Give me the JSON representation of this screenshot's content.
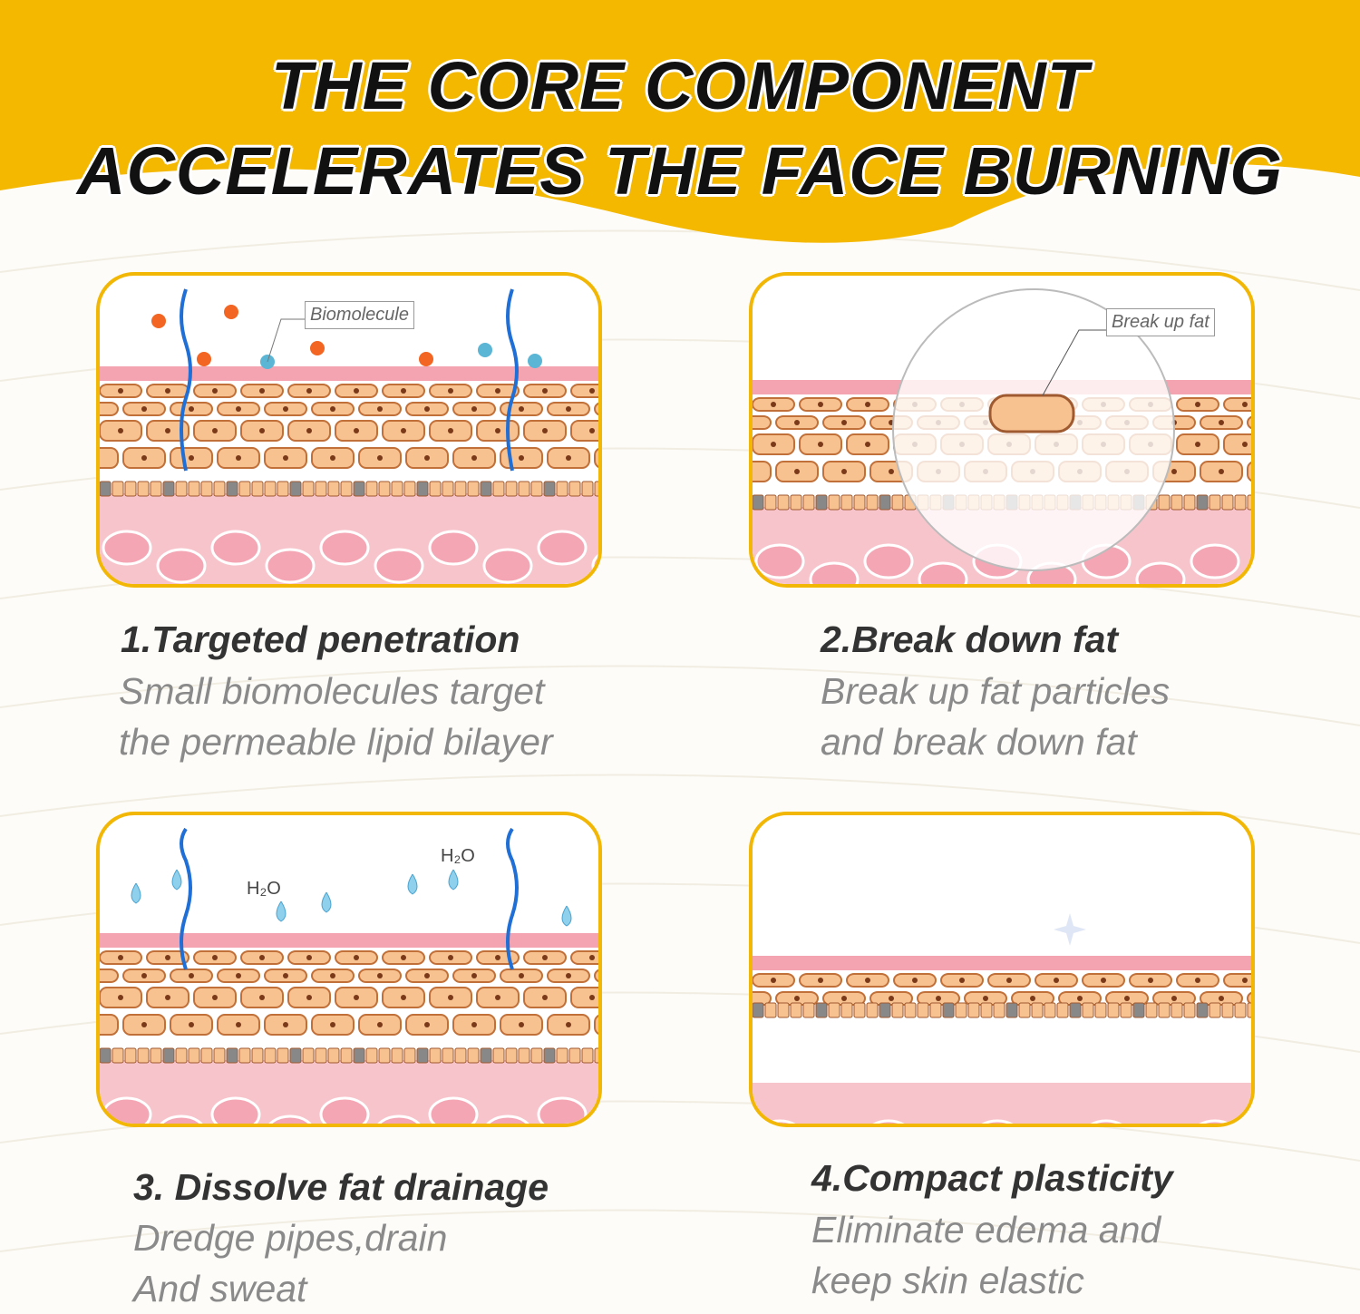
{
  "header": {
    "line1": "THE CORE COMPONENT",
    "line2": "ACCELERATES THE FACE BURNING"
  },
  "colors": {
    "accent": "#f5b800",
    "border": "#f2b705",
    "skin_pink": "#f4a3b0",
    "cell_orange": "#f7c190",
    "arrow_blue": "#1f6fd6"
  },
  "panels": [
    {
      "title": "1.Targeted penetration",
      "lines": [
        "Small biomolecules target",
        "the permeable lipid bilayer"
      ],
      "label": "Biomolecule"
    },
    {
      "title": "2.Break down fat",
      "lines": [
        "Break up fat particles",
        "and break down fat"
      ],
      "label": "Break up fat"
    },
    {
      "title": "3. Dissolve fat drainage",
      "lines": [
        "Dredge pipes,drain",
        "And sweat"
      ],
      "labels": [
        "H₂O",
        "H₂O"
      ]
    },
    {
      "title": "4.Compact plasticity",
      "lines": [
        "Eliminate edema and",
        "keep skin elastic"
      ]
    }
  ]
}
